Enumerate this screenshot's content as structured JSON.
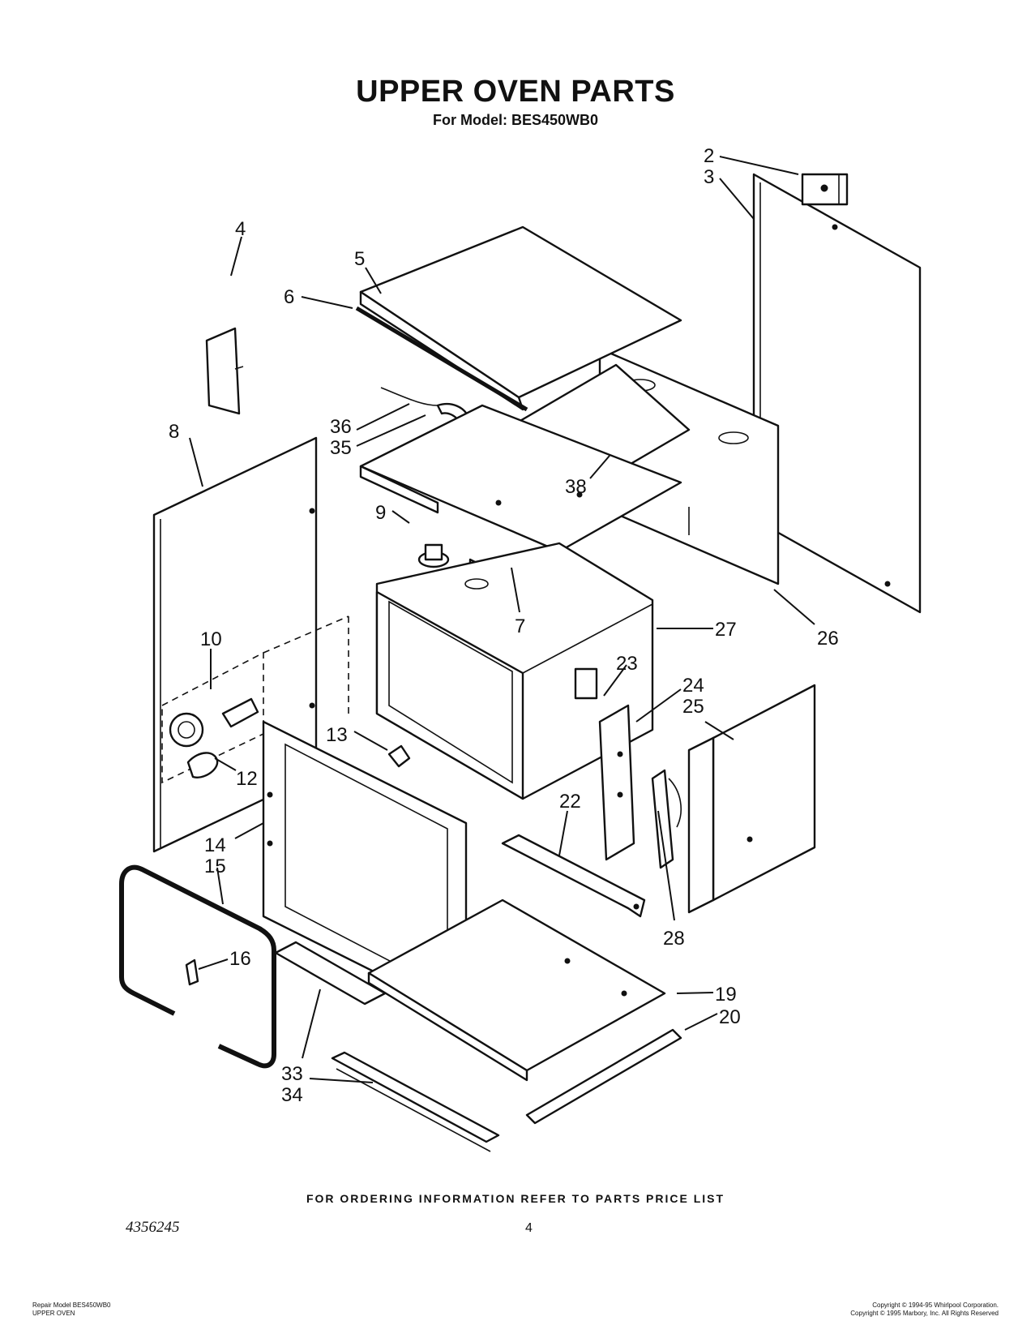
{
  "header": {
    "title": "UPPER OVEN PARTS",
    "subtitle": "For Model: BES450WB0"
  },
  "callouts": {
    "c2": "2",
    "c3": "3",
    "c4": "4",
    "c5": "5",
    "c6": "6",
    "c7": "7",
    "c8": "8",
    "c9": "9",
    "c10": "10",
    "c12": "12",
    "c13": "13",
    "c14": "14",
    "c15": "15",
    "c16": "16",
    "c19": "19",
    "c20": "20",
    "c22": "22",
    "c23": "23",
    "c24": "24",
    "c25": "25",
    "c26": "26",
    "c27": "27",
    "c28": "28",
    "c33": "33",
    "c34": "34",
    "c35": "35",
    "c36": "36",
    "c38": "38"
  },
  "footer": {
    "ordering_note": "FOR ORDERING INFORMATION REFER TO PARTS PRICE LIST",
    "doc_number": "4356245",
    "page_number": "4",
    "left_line1": "Repair Model BES450WB0",
    "left_line2": "UPPER OVEN",
    "right_line1": "Copyright © 1994-95 Whirlpool Corporation.",
    "right_line2": "Copyright © 1995 Marbory, Inc. All Rights Reserved"
  }
}
